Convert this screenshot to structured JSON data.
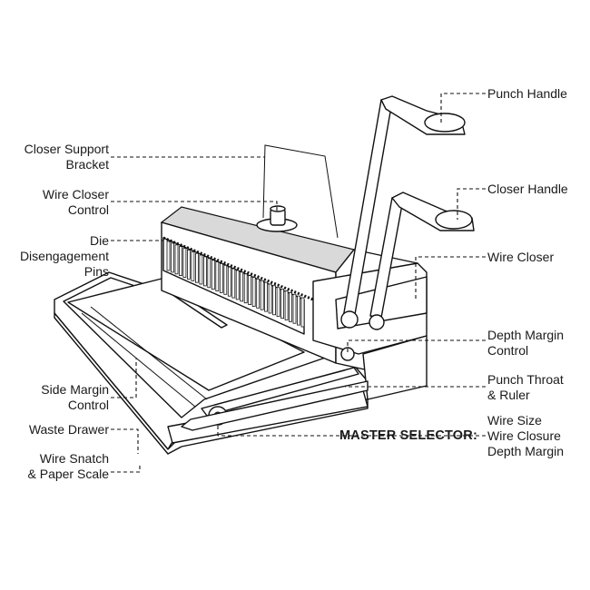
{
  "labels": {
    "punch_handle": "Punch Handle",
    "closer_handle": "Closer Handle",
    "wire_closer": "Wire Closer",
    "depth_margin_control": [
      "Depth Margin",
      "Control"
    ],
    "punch_throat_ruler": [
      "Punch Throat",
      "& Ruler"
    ],
    "master_selector": "MASTER SELECTOR:",
    "master_selector_items": [
      "Wire Size",
      "Wire Closure",
      "Depth Margin"
    ],
    "closer_support_bracket": [
      "Closer Support",
      "Bracket"
    ],
    "wire_closer_control": [
      "Wire Closer",
      "Control"
    ],
    "die_disengagement_pins": [
      "Die",
      "Disengagement",
      "Pins"
    ],
    "side_margin_control": [
      "Side Margin",
      "Control"
    ],
    "waste_drawer": "Waste Drawer",
    "wire_snatch_paper_scale": [
      "Wire Snatch",
      "& Paper Scale"
    ]
  }
}
